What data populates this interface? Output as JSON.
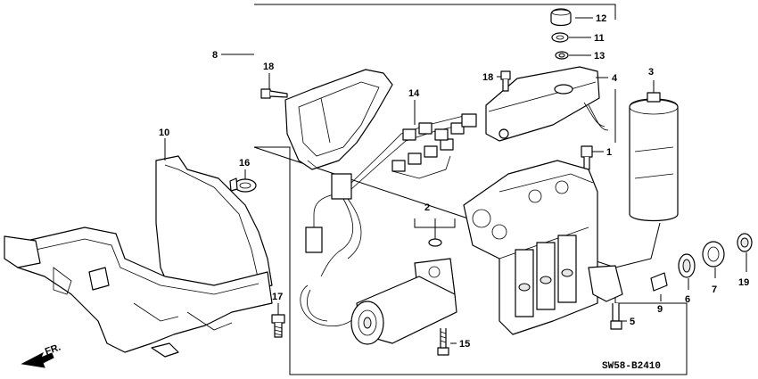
{
  "diagram_code": "SW58-B2410",
  "direction_label": "FR.",
  "callouts": {
    "c1": "1",
    "c2": "2",
    "c3": "3",
    "c4": "4",
    "c5": "5",
    "c6": "6",
    "c7": "7",
    "c8": "8",
    "c9": "9",
    "c10": "10",
    "c11": "11",
    "c12": "12",
    "c13": "13",
    "c14": "14",
    "c15": "15",
    "c16": "16",
    "c17": "17",
    "c18a": "18",
    "c18b": "18",
    "c19": "19"
  }
}
